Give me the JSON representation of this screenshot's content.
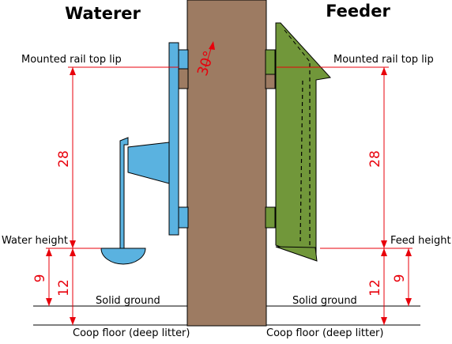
{
  "titles": {
    "left": "Waterer",
    "right": "Feeder"
  },
  "labels": {
    "rail_lip_left": "Mounted rail top lip",
    "rail_lip_right": "Mounted rail top lip",
    "water_height": "Water height",
    "feed_height": "Feed height",
    "solid_ground_left": "Solid ground",
    "solid_ground_right": "Solid ground",
    "coop_floor_left": "Coop floor (deep litter)",
    "coop_floor_right": "Coop floor (deep litter)"
  },
  "dimensions": {
    "left_rail_to_water": "28",
    "right_rail_to_feed": "28",
    "left_water_to_ground": "9",
    "left_water_to_floor": "12",
    "right_feed_to_floor": "12",
    "right_feed_to_ground": "9",
    "angle": "30°"
  },
  "colors": {
    "post": "#9d7b62",
    "waterer": "#5ab2e0",
    "feeder": "#71973a",
    "dimension": "#e8000b"
  }
}
